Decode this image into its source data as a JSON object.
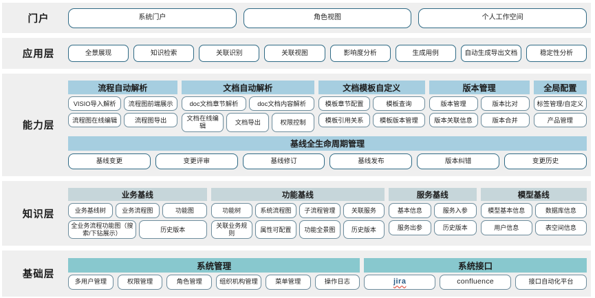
{
  "layers": [
    {
      "label": "门户",
      "kind": "portal",
      "items": [
        "系统门户",
        "角色视图",
        "个人工作空间"
      ]
    },
    {
      "label": "应用层",
      "kind": "application",
      "items": [
        "全景展现",
        "知识检索",
        "关联识别",
        "关联视图",
        "影响度分析",
        "生成用例",
        "自动生成导出文档",
        "稳定性分析"
      ]
    },
    {
      "label": "能力层",
      "kind": "capability",
      "header_color": "#a6cee0",
      "groups": [
        {
          "title": "流程自动解析",
          "flex": 152,
          "rows": [
            [
              "VISIO导入解析",
              "流程图前端展示"
            ],
            [
              "流程图在线编辑",
              "流程图导出"
            ]
          ]
        },
        {
          "title": "文档自动解析",
          "flex": 185,
          "rows": [
            [
              "doc文档章节解析",
              "doc文档内容解析"
            ],
            [
              "文档在线编辑",
              "文档导出",
              "权限控制"
            ]
          ]
        },
        {
          "title": "文档模板自定义",
          "flex": 148,
          "rows": [
            [
              "模板章节配置",
              "模板查询"
            ],
            [
              "模板引用关系",
              "模板版本管理"
            ]
          ]
        },
        {
          "title": "版本管理",
          "flex": 140,
          "rows": [
            [
              "版本管理",
              "版本比对"
            ],
            [
              "版本关联信息",
              "版本合并"
            ]
          ]
        },
        {
          "title": "全局配置",
          "flex": 74,
          "rows": [
            [
              "标签管理/自定义"
            ],
            [
              "产品管理"
            ]
          ]
        }
      ],
      "lifecycle": {
        "title": "基线全生命周期管理",
        "items": [
          "基线变更",
          "变更评审",
          "基线修订",
          "基线发布",
          "版本纠错",
          "变更历史"
        ]
      }
    },
    {
      "label": "知识层",
      "kind": "knowledge",
      "header_color": "#c6d6da",
      "groups": [
        {
          "title": "业务基线",
          "flex": 196,
          "rows": [
            [
              "业务基线树",
              "业务流程图",
              "功能图"
            ],
            [
              "全业务流程功能图（搜索/下钻展示）",
              "历史版本"
            ]
          ]
        },
        {
          "title": "功能基线",
          "flex": 245,
          "rows": [
            [
              "功能树",
              "系统流程图",
              "子流程管理",
              "关联服务"
            ],
            [
              "关联业务规则",
              "属性可配置",
              "功能全景图",
              "历史版本"
            ]
          ]
        },
        {
          "title": "服务基线",
          "flex": 124,
          "rows": [
            [
              "基本信息",
              "服务入参"
            ],
            [
              "服务出参",
              "历史版本"
            ]
          ]
        },
        {
          "title": "模型基线",
          "flex": 150,
          "rows": [
            [
              "模型基本信息",
              "数据库信息"
            ],
            [
              "用户信息",
              "表空间信息"
            ]
          ]
        }
      ]
    },
    {
      "label": "基础层",
      "kind": "base",
      "header_color": "#88c8ce",
      "groups": [
        {
          "title": "系统管理",
          "flex": 380,
          "rows": [
            [
              "多用户管理",
              "权限管理",
              "角色管理",
              "组织机构管理",
              "菜单管理",
              "操作日志"
            ]
          ]
        },
        {
          "title": "系统接口",
          "flex": 290,
          "rows": [
            [
              "jira",
              "confluence",
              "接口自动化平台"
            ]
          ]
        }
      ]
    }
  ]
}
